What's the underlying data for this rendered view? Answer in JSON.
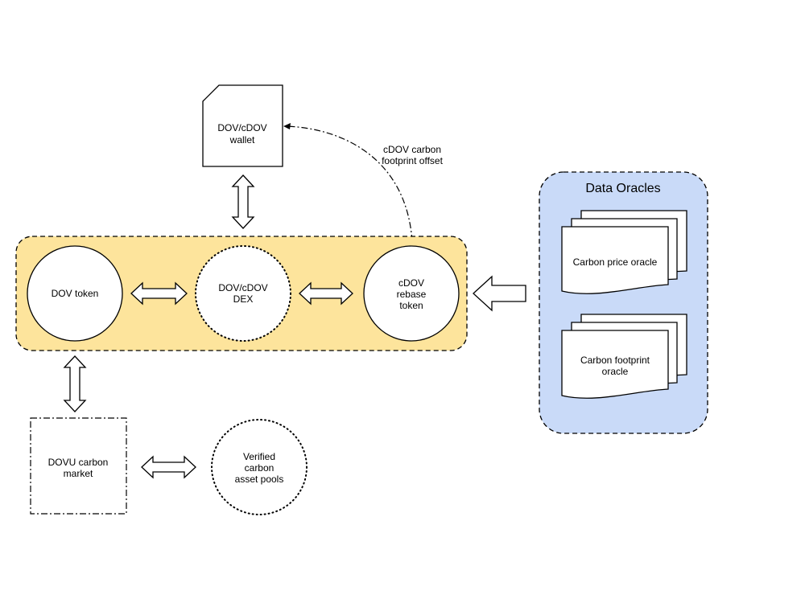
{
  "wallet": {
    "line1": "DOV/cDOV",
    "line2": "wallet"
  },
  "offset_label": {
    "line1": "cDOV carbon",
    "line2": "footprint offset"
  },
  "token_group": {
    "dov_token": "DOV token",
    "dex": {
      "line1": "DOV/cDOV",
      "line2": "DEX"
    },
    "rebase": {
      "line1": "cDOV",
      "line2": "rebase",
      "line3": "token"
    }
  },
  "oracles": {
    "title": "Data Oracles",
    "price": "Carbon price oracle",
    "footprint": {
      "line1": "Carbon footprint",
      "line2": "oracle"
    }
  },
  "market": {
    "line1": "DOVU carbon",
    "line2": "market"
  },
  "pools": {
    "line1": "Verified",
    "line2": "carbon",
    "line3": "asset pools"
  },
  "colors": {
    "token_group_fill": "#fde49c",
    "oracles_fill": "#c9daf8",
    "stroke": "#000000"
  }
}
